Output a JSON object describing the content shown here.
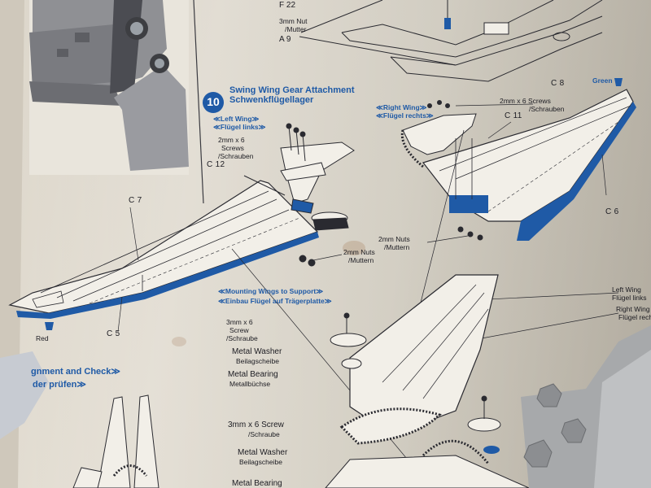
{
  "step": {
    "number": "10",
    "title_en": "Swing Wing Gear Attachment",
    "title_de": "Schwenkflügellager"
  },
  "top_labels": {
    "f22": "F 22",
    "nut_en": "3mm Nut",
    "nut_de": "/Mutter",
    "a9": "A 9"
  },
  "left_wing": {
    "title_en": "≪Left Wing≫",
    "title_de": "≪Flügel links≫",
    "screws_line1": "2mm x 6",
    "screws_line2": "Screws",
    "screws_line3": "/Schrauben",
    "part_c12": "C 12",
    "part_c7": "C 7",
    "part_c5": "C 5",
    "color_red": "Red",
    "nuts_en": "2mm Nuts",
    "nuts_de": "/Muttern"
  },
  "right_wing": {
    "title_en": "≪Right Wing≫",
    "title_de": "≪Flügel rechts≫",
    "screws_en": "2mm x 6 Screws",
    "screws_de": "/Schrauben",
    "part_c8": "C 8",
    "part_c11": "C 11",
    "part_c6": "C 6",
    "color_green": "Green",
    "nuts_en": "2mm Nuts",
    "nuts_de": "/Muttern"
  },
  "mounting": {
    "title_en": "≪Mounting Wings to Support≫",
    "title_de": "≪Einbau Flügel auf Trägerplatte≫",
    "screw_en": "3mm x 6",
    "screw_en2": "Screw",
    "screw_de": "/Schraube",
    "washer_en": "Metal Washer",
    "washer_de": "Beilagscheibe",
    "bearing_en": "Metal Bearing",
    "bearing_de": "Metallbüchse",
    "screw2_en": "3mm x 6 Screw",
    "screw2_de": "/Schraube",
    "washer2_en": "Metal Washer",
    "washer2_de": "Beilagscheibe",
    "bearing2_en": "Metal Bearing",
    "left_wing_en": "Left Wing",
    "left_wing_de": "Flügel links",
    "right_wing_en": "Right Wing",
    "right_wing_de": "Flügel rech"
  },
  "alignment": {
    "title_en": "gnment and Check≫",
    "title_de": "der prüfen≫"
  },
  "colors": {
    "accent_blue": "#1f5aa6",
    "paper": "#e8e3d8",
    "line": "#2a2a30"
  }
}
